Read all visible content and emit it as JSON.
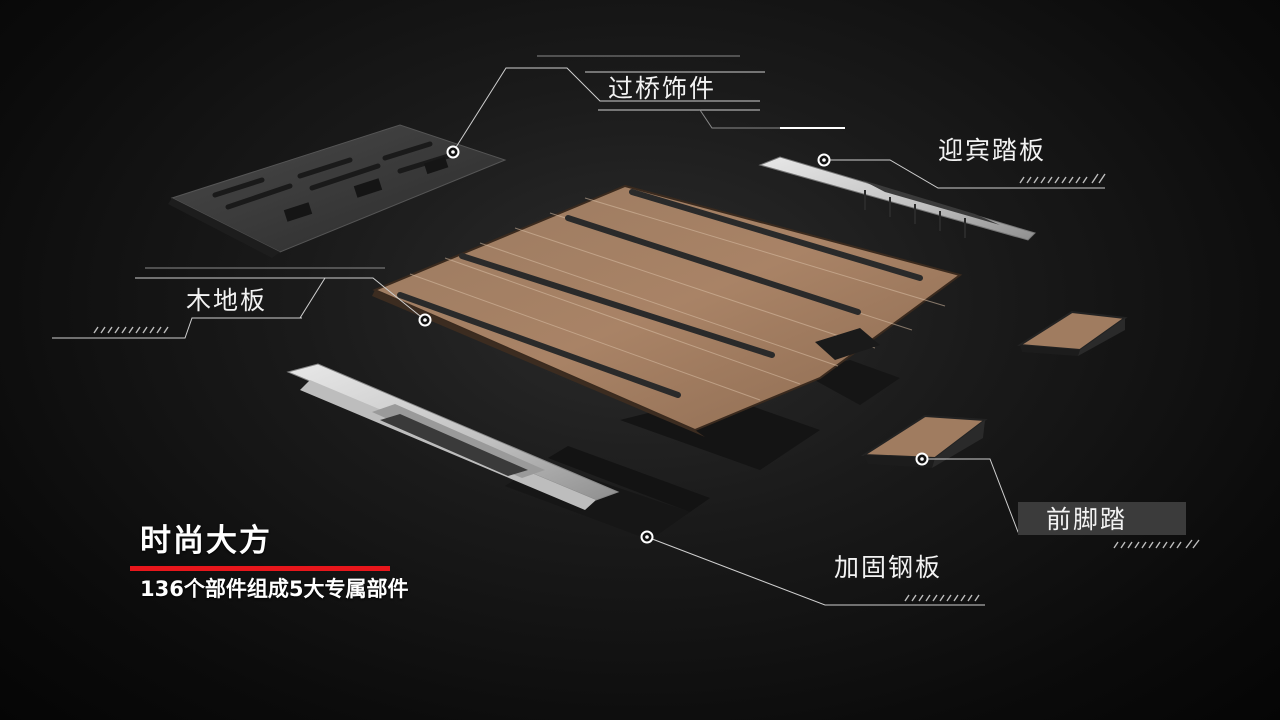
{
  "callouts": {
    "bridge_trim": "过桥饰件",
    "welcome_pedal": "迎宾踏板",
    "wood_floor": "木地板",
    "front_footrest": "前脚踏",
    "reinforced_steel": "加固钢板"
  },
  "headline": {
    "title": "时尚大方",
    "subtitle": "136个部件组成5大专属部件"
  },
  "colors": {
    "accent_red": "#e8161b",
    "background": "#0c0c0c",
    "wood": "#9a7458",
    "callout_line": "#d8d8d8"
  }
}
